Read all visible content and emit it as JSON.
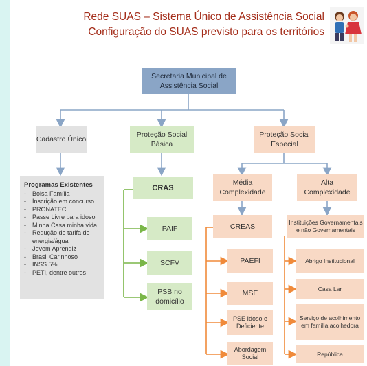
{
  "header": {
    "title_line1": "Rede SUAS – Sistema Único de Assistência Social",
    "title_line2": "Configuração do SUAS previsto para os territórios"
  },
  "colors": {
    "title": "#a42d1a",
    "blue_box": "#8aa5c6",
    "connector_blue": "#8aa5c6",
    "connector_green": "#7ab648",
    "connector_orange": "#f08a3a",
    "green_box": "#d6eac6",
    "peach_box": "#f8d9c5",
    "gray_box": "#e2e2e2"
  },
  "diagram": {
    "root": "Secretaria Municipal de Assistência Social",
    "cadastro": "Cadastro Único",
    "psb": "Proteção Social Básica",
    "pse": "Proteção Social Especial",
    "programs": {
      "heading": "Programas Existentes",
      "items": [
        "Bolsa Família",
        "Inscrição em concurso",
        "PRONATEC",
        "Passe Livre para idoso",
        "Minha Casa minha vida",
        "Redução de tarifa de energia/água",
        "Jovem Aprendiz",
        "Brasil Carinhoso",
        "INSS 5%",
        "PETI, dentre outros"
      ]
    },
    "cras": "CRAS",
    "cras_children": [
      "PAIF",
      "SCFV",
      "PSB no domicílio"
    ],
    "media": "Média Complexidade",
    "alta": "Alta Complexidade",
    "creas": "CREAS",
    "creas_children": [
      "PAEFI",
      "MSE",
      "PSE Idoso e Deficiente",
      "Abordagem Social"
    ],
    "instituicoes": "Instituições Governamentais e não Governamentais",
    "alta_children": [
      "Abrigo Institucional",
      "Casa Lar",
      "Serviço de acolhimento em família acolhedora",
      "República"
    ]
  }
}
